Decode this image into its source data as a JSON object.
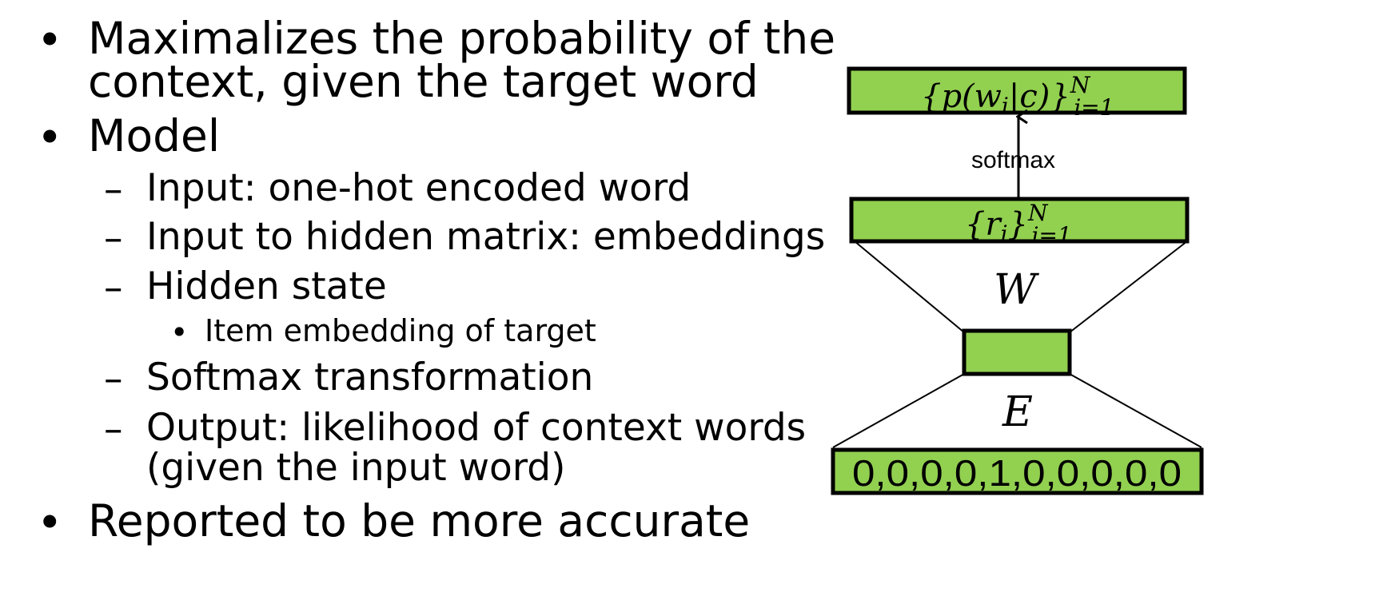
{
  "slide": {
    "bullets": [
      {
        "marker": "•",
        "text": "Maximalizes the probability of the"
      },
      {
        "marker": "",
        "text": "context, given the target word"
      },
      {
        "marker": "•",
        "text": "Model"
      },
      {
        "marker": "–",
        "text": "Input: one-hot encoded word"
      },
      {
        "marker": "–",
        "text": "Input to hidden matrix: embeddings"
      },
      {
        "marker": "–",
        "text": "Hidden state"
      },
      {
        "marker": "•",
        "text": "Item embedding of target"
      },
      {
        "marker": "–",
        "text": "Softmax transformation"
      },
      {
        "marker": "–",
        "text": "Output: likelihood of context words"
      },
      {
        "marker": "",
        "text": "(given the input word)"
      },
      {
        "marker": "•",
        "text": "Reported to be more accurate"
      }
    ]
  },
  "diagram": {
    "fill_color": "#92d050",
    "stroke_color": "#000000",
    "top_box": {
      "label_main": "{p(w",
      "label_sub_i": "i",
      "label_rest": "|c)}",
      "sup": "N",
      "sub": "i=1"
    },
    "arrow_label": "softmax",
    "middle_box": {
      "label_main": "{r",
      "label_sub_i": "i",
      "label_rest": "}",
      "sup": "N",
      "sub": "i=1"
    },
    "w_label": "W",
    "e_label": "E",
    "input_box_label": "0,0,0,0,1,0,0,0,0,0"
  }
}
